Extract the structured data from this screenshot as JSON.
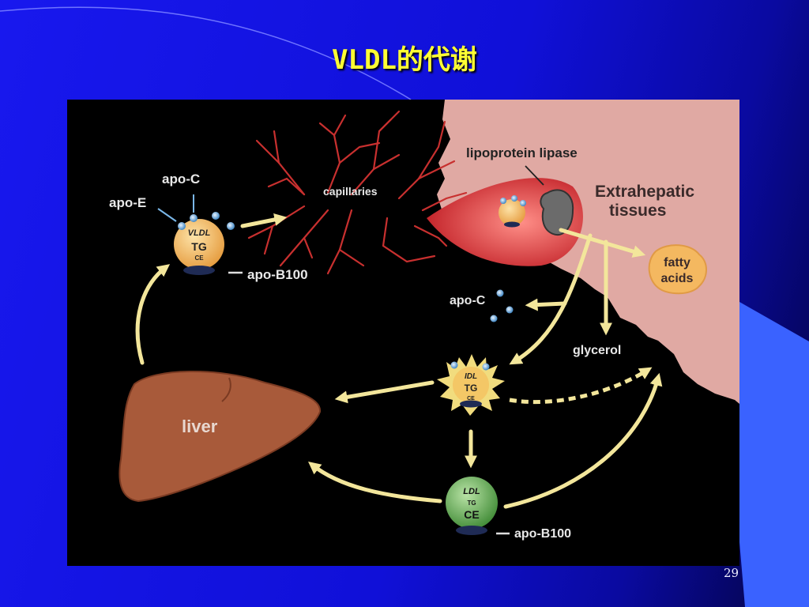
{
  "slide": {
    "title": "VLDL的代谢",
    "page_number": "29"
  },
  "figure": {
    "labels": {
      "apo_c_top": "apo-C",
      "apo_e": "apo-E",
      "apo_b100_top": "apo-B100",
      "capillaries": "capillaries",
      "lipoprotein_lipase": "lipoprotein lipase",
      "extrahepatic_line1": "Extrahepatic",
      "extrahepatic_line2": "tissues",
      "fatty_line1": "fatty",
      "fatty_line2": "acids",
      "apo_c_mid": "apo-C",
      "glycerol": "glycerol",
      "liver": "liver",
      "apo_b100_bottom": "apo-B100"
    },
    "particles": {
      "vldl": {
        "name": "VLDL",
        "main": "TG",
        "minor": "CE"
      },
      "idl": {
        "name": "IDL",
        "main": "TG",
        "minor": "CE"
      },
      "ldl": {
        "name": "LDL",
        "minor": "TG",
        "main": "CE"
      }
    }
  },
  "colors": {
    "background": "#1414e0",
    "title": "#ffff33",
    "tissue": "#e0a9a3",
    "vessel": "#d9363a",
    "arrow": "#f3e69b",
    "liver": "#a85a3a",
    "vldl": "#f4b860",
    "ldl": "#6aa84f"
  }
}
